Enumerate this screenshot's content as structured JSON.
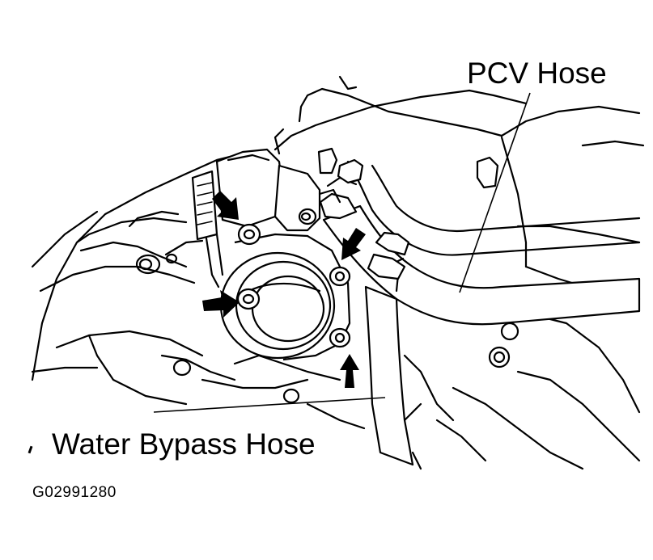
{
  "labels": {
    "pcv_hose": "PCV Hose",
    "water_bypass_hose": "Water Bypass Hose",
    "figure_code": "G02991280"
  }
}
